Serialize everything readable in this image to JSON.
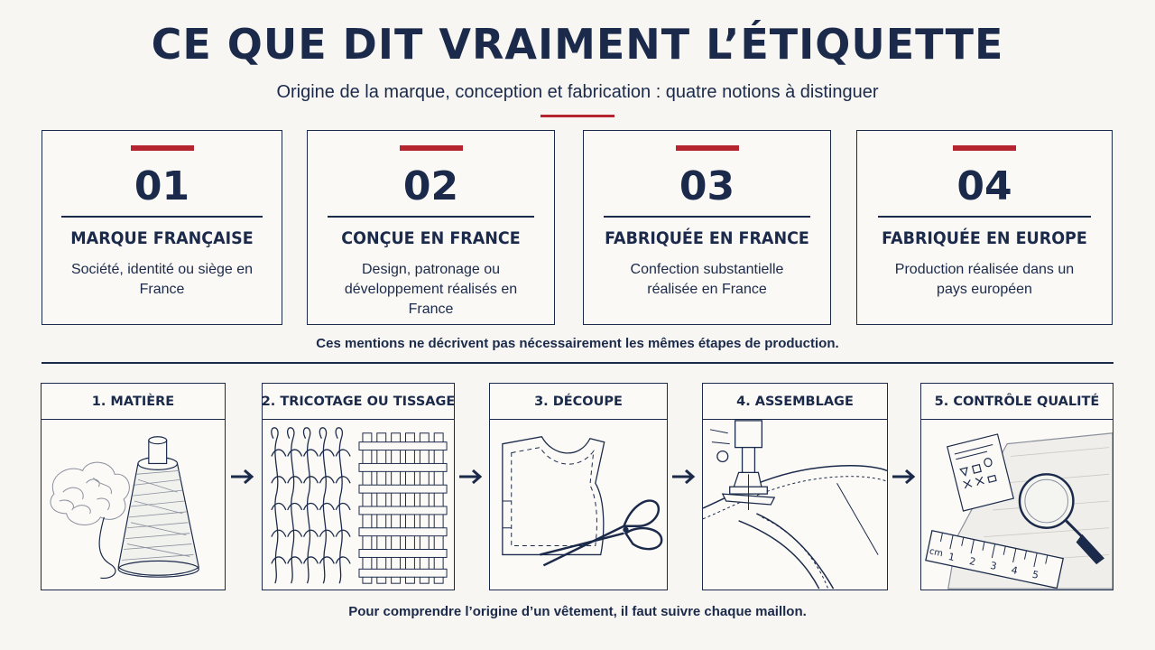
{
  "header": {
    "title": "CE QUE DIT VRAIMENT L’ÉTIQUETTE",
    "subtitle": "Origine de la marque, conception et fabrication : quatre notions à distinguer"
  },
  "cards": [
    {
      "number": "01",
      "title": "MARQUE FRANÇAISE",
      "description": "Société, identité ou siège en France"
    },
    {
      "number": "02",
      "title": "CONÇUE EN FRANCE",
      "description": "Design, patronage ou développement réalisés en France"
    },
    {
      "number": "03",
      "title": "FABRIQUÉE EN FRANCE",
      "description": "Confection substantielle réalisée en France"
    },
    {
      "number": "04",
      "title": "FABRIQUÉE EN EUROPE",
      "description": "Production réalisée dans un pays européen"
    }
  ],
  "note": "Ces mentions ne décrivent pas nécessairement les mêmes étapes de production.",
  "steps": [
    {
      "label": "1. MATIÈRE",
      "icon": "thread-spool-icon"
    },
    {
      "label": "2. TRICOTAGE OU TISSAGE",
      "icon": "knit-weave-icon"
    },
    {
      "label": "3. DÉCOUPE",
      "icon": "scissors-pattern-icon"
    },
    {
      "label": "4. ASSEMBLAGE",
      "icon": "sewing-machine-icon"
    },
    {
      "label": "5. CONTRÔLE QUALITÉ",
      "icon": "magnifier-label-icon"
    }
  ],
  "ruler_labels": [
    "cm",
    "1",
    "2",
    "3",
    "4",
    "5"
  ],
  "footer": "Pour comprendre l’origine d’un vêtement, il faut suivre chaque maillon.",
  "colors": {
    "navy": "#1b2a4a",
    "accent_red": "#b5252f",
    "background": "#f7f6f2"
  }
}
